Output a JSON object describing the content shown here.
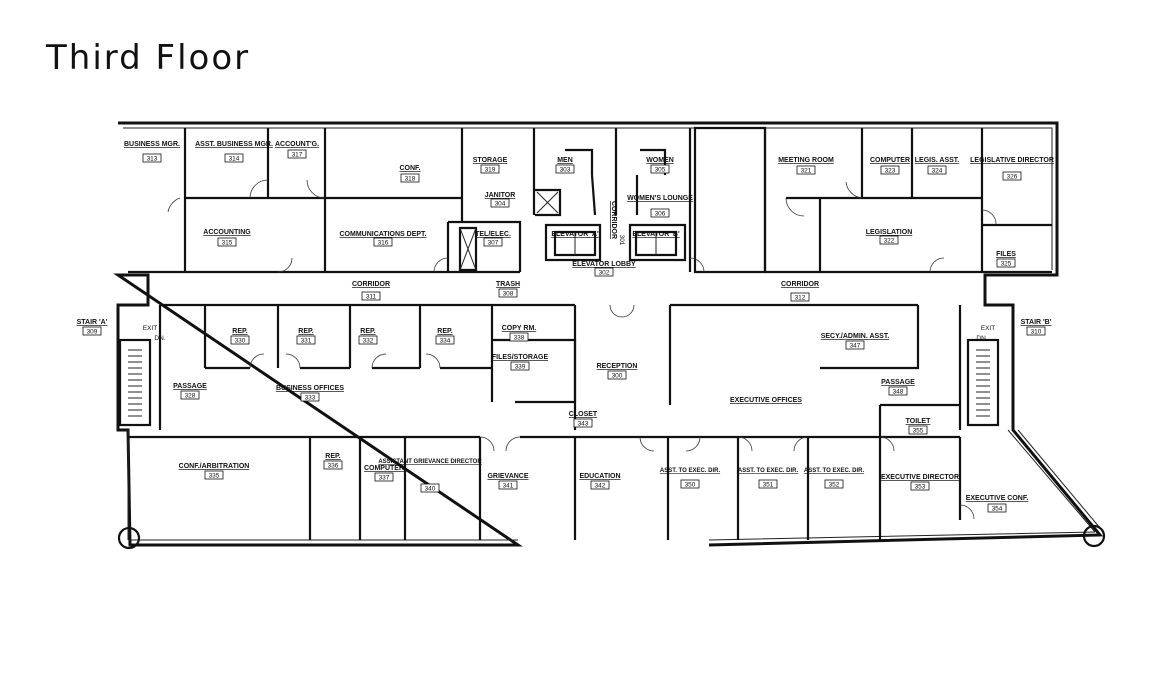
{
  "title": "Third Floor",
  "rooms": [
    {
      "id": "business-mgr",
      "label": "BUSINESS MGR.",
      "number": "313"
    },
    {
      "id": "asst-business-mgr",
      "label": "ASST. BUSINESS MGR.",
      "number": "314"
    },
    {
      "id": "accounting-office",
      "label": "ACCOUNT'G.",
      "number": "317"
    },
    {
      "id": "conf",
      "label": "CONF.",
      "number": "318"
    },
    {
      "id": "accounting",
      "label": "ACCOUNTING",
      "number": "315"
    },
    {
      "id": "communications-dept",
      "label": "COMMUNICATIONS DEPT.",
      "number": "316"
    },
    {
      "id": "storage",
      "label": "STORAGE",
      "number": "319"
    },
    {
      "id": "janitor",
      "label": "JANITOR",
      "number": "304"
    },
    {
      "id": "tel-elec",
      "label": "TEL/ELEC.",
      "number": "307"
    },
    {
      "id": "men",
      "label": "MEN",
      "number": "303"
    },
    {
      "id": "women",
      "label": "WOMEN",
      "number": "305"
    },
    {
      "id": "womens-lounge",
      "label": "WOMEN'S LOUNGE",
      "number": "306"
    },
    {
      "id": "corridor-vertical",
      "label": "CORRIDOR",
      "number": "301"
    },
    {
      "id": "elevator-a",
      "label": "ELEVATOR 'A'",
      "number": ""
    },
    {
      "id": "elevator-b",
      "label": "ELEVATOR 'B'",
      "number": ""
    },
    {
      "id": "elevator-lobby",
      "label": "ELEVATOR LOBBY",
      "number": "302"
    },
    {
      "id": "trash",
      "label": "TRASH",
      "number": "308"
    },
    {
      "id": "meeting-room",
      "label": "MEETING ROOM",
      "number": "321"
    },
    {
      "id": "computer-upper",
      "label": "COMPUTER",
      "number": "323"
    },
    {
      "id": "legis-asst",
      "label": "LEGIS. ASST.",
      "number": "324"
    },
    {
      "id": "legislative-director",
      "label": "LEGISLATIVE DIRECTOR",
      "number": "326"
    },
    {
      "id": "legislation",
      "label": "LEGISLATION",
      "number": "322"
    },
    {
      "id": "files",
      "label": "FILES",
      "number": "325"
    },
    {
      "id": "corridor-left",
      "label": "CORRIDOR",
      "number": "311"
    },
    {
      "id": "corridor-right",
      "label": "CORRIDOR",
      "number": "312"
    },
    {
      "id": "stair-a",
      "label": "STAIR 'A'",
      "number": "309"
    },
    {
      "id": "stair-b",
      "label": "STAIR 'B'",
      "number": "310"
    },
    {
      "id": "rep-330",
      "label": "REP.",
      "number": "330"
    },
    {
      "id": "rep-331",
      "label": "REP.",
      "number": "331"
    },
    {
      "id": "rep-332",
      "label": "REP.",
      "number": "332"
    },
    {
      "id": "rep-334",
      "label": "REP.",
      "number": "334"
    },
    {
      "id": "copy-rm",
      "label": "COPY RM.",
      "number": "338"
    },
    {
      "id": "files-storage",
      "label": "FILES/STORAGE",
      "number": "339"
    },
    {
      "id": "reception",
      "label": "RECEPTION",
      "number": "300"
    },
    {
      "id": "secy-admin-asst",
      "label": "SECY./ADMIN. ASST.",
      "number": "347"
    },
    {
      "id": "passage-left",
      "label": "PASSAGE",
      "number": "328"
    },
    {
      "id": "business-offices",
      "label": "BUSINESS OFFICES",
      "number": "333"
    },
    {
      "id": "closet",
      "label": "CLOSET",
      "number": "343"
    },
    {
      "id": "executive-offices",
      "label": "EXECUTIVE OFFICES",
      "number": ""
    },
    {
      "id": "passage-right",
      "label": "PASSAGE",
      "number": "348"
    },
    {
      "id": "toilet",
      "label": "TOILET",
      "number": "355"
    },
    {
      "id": "conf-arbitration",
      "label": "CONF./ARBITRATION",
      "number": "335"
    },
    {
      "id": "rep-336",
      "label": "REP.",
      "number": "336"
    },
    {
      "id": "computer-lower",
      "label": "COMPUTER",
      "number": "337"
    },
    {
      "id": "assistant-grievance-director",
      "label": "ASSISTANT GRIEVANCE DIRECTOR",
      "number": "340"
    },
    {
      "id": "grievance",
      "label": "GRIEVANCE",
      "number": "341"
    },
    {
      "id": "education",
      "label": "EDUCATION",
      "number": "342"
    },
    {
      "id": "asst-exec-dir-1",
      "label": "ASST. TO EXEC. DIR.",
      "number": "350"
    },
    {
      "id": "asst-exec-dir-2",
      "label": "ASST. TO EXEC. DIR.",
      "number": "351"
    },
    {
      "id": "asst-exec-dir-3",
      "label": "ASST. TO EXEC. DIR.",
      "number": "352"
    },
    {
      "id": "executive-director",
      "label": "EXECUTIVE DIRECTOR",
      "number": "353"
    },
    {
      "id": "executive-conf",
      "label": "EXECUTIVE CONF.",
      "number": "354"
    }
  ],
  "stair_labels": {
    "exit": "EXIT",
    "down": "DN."
  }
}
